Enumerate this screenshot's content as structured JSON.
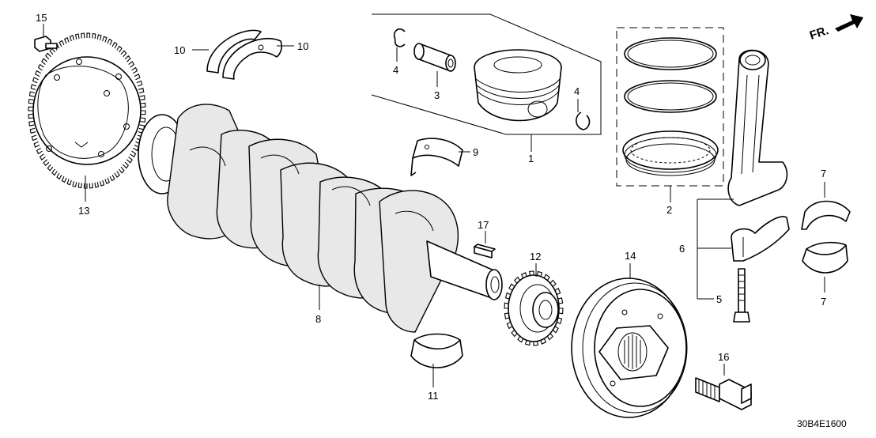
{
  "diagram": {
    "code": "30B4E1600",
    "fr_label": "FR.",
    "callouts": {
      "c1": "1",
      "c2": "2",
      "c3": "3",
      "c4a": "4",
      "c4b": "4",
      "c5": "5",
      "c6": "6",
      "c7a": "7",
      "c7b": "7",
      "c8": "8",
      "c9": "9",
      "c10a": "10",
      "c10b": "10",
      "c11": "11",
      "c12": "12",
      "c13": "13",
      "c14": "14",
      "c15": "15",
      "c16": "16",
      "c17": "17"
    }
  }
}
